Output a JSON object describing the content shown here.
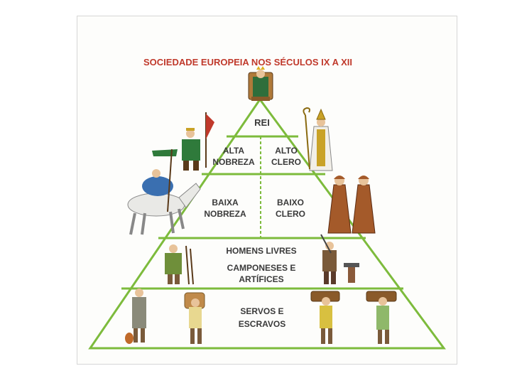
{
  "title": "SOCIEDADE EUROPEIA NOS SÉCULOS IX A XII",
  "colors": {
    "title": "#c0392b",
    "pyramid_line": "#7dbb3c",
    "text": "#3a3a3a"
  },
  "levels": {
    "rei": {
      "label": "REI"
    },
    "alta_nobreza": {
      "line1": "ALTA",
      "line2": "NOBREZA"
    },
    "alto_clero": {
      "line1": "ALTO",
      "line2": "CLERO"
    },
    "baixa_nobreza": {
      "line1": "BAIXA",
      "line2": "NOBREZA"
    },
    "baixo_clero": {
      "line1": "BAIXO",
      "line2": "CLERO"
    },
    "homens_livres": {
      "line1": "HOMENS LIVRES",
      "line2": "CAMPONESES E",
      "line3": "ARTÍFICES"
    },
    "servos": {
      "line1": "SERVOS E",
      "line2": "ESCRAVOS"
    }
  },
  "figures": [
    "king-on-throne",
    "bishop-with-crozier",
    "noble-with-banner",
    "knight-on-horse",
    "monk-left",
    "monk-right",
    "peasant-with-tools",
    "blacksmith-at-anvil",
    "servant-with-jug",
    "serf-carrying-load-1",
    "serf-carrying-load-2",
    "serf-carrying-load-3"
  ]
}
